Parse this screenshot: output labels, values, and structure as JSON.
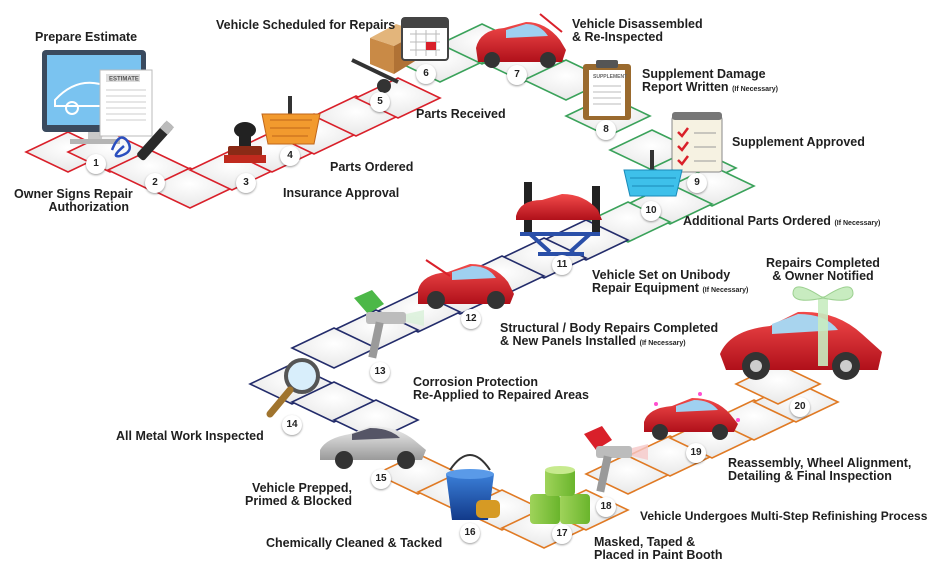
{
  "steps": [
    {
      "num": "1",
      "label": "Prepare Estimate",
      "icon": "computer-estimate-icon"
    },
    {
      "num": "2",
      "label": "Owner Signs Repair",
      "label2": "Authorization",
      "icon": "pen-signature-icon"
    },
    {
      "num": "3",
      "label": "Insurance Approval",
      "icon": "rubber-stamp-icon"
    },
    {
      "num": "4",
      "label": "Parts Ordered",
      "icon": "shopping-basket-icon"
    },
    {
      "num": "5",
      "label": "Parts Received",
      "icon": "hand-truck-box-icon"
    },
    {
      "num": "6",
      "label": "Vehicle Scheduled for Repairs",
      "icon": "calendar-icon"
    },
    {
      "num": "7",
      "label": "Vehicle Disassembled",
      "label2": "& Re-Inspected",
      "icon": "red-car-icon"
    },
    {
      "num": "8",
      "label": "Supplement Damage",
      "label2": "Report Written",
      "note": "(If Necessary)",
      "icon": "clipboard-icon"
    },
    {
      "num": "9",
      "label": "Supplement Approved",
      "icon": "checklist-icon"
    },
    {
      "num": "10",
      "label": "Additional Parts Ordered",
      "note": "(If Necessary)",
      "icon": "blue-basket-icon"
    },
    {
      "num": "11",
      "label": "Vehicle Set on Unibody",
      "label2": "Repair Equipment",
      "note": "(If Necessary)",
      "icon": "car-on-lift-icon"
    },
    {
      "num": "12",
      "label": "Structural / Body Repairs Completed",
      "label2": "& New Panels Installed",
      "note": "(If Necessary)",
      "icon": "red-car-icon"
    },
    {
      "num": "13",
      "label": "Corrosion Protection",
      "label2": "Re-Applied to Repaired Areas",
      "icon": "spray-gun-icon"
    },
    {
      "num": "14",
      "label": "All Metal Work Inspected",
      "icon": "magnifying-glass-icon"
    },
    {
      "num": "15",
      "label": "Vehicle Prepped,",
      "label2": "Primed & Blocked",
      "icon": "silver-car-icon"
    },
    {
      "num": "16",
      "label": "Chemically Cleaned & Tacked",
      "icon": "bucket-sponge-icon"
    },
    {
      "num": "17",
      "label": "Masked, Taped &",
      "label2": "Placed in Paint Booth",
      "icon": "masking-tape-icon"
    },
    {
      "num": "18",
      "label": "Vehicle Undergoes Multi-Step Refinishing Process",
      "icon": "spray-gun-icon"
    },
    {
      "num": "19",
      "label": "Reassembly, Wheel Alignment,",
      "label2": "Detailing & Final Inspection",
      "icon": "shiny-car-icon"
    },
    {
      "num": "20",
      "label": "Repairs Completed",
      "label2": "& Owner Notified",
      "icon": "gift-car-icon"
    }
  ],
  "estimate_text": "ESTIMATE",
  "supplement_text": "SUPPLEMENT",
  "colors": {
    "red": "#d9202a",
    "green": "#3aa25a",
    "navy": "#232c6b",
    "orange": "#e07a24"
  }
}
